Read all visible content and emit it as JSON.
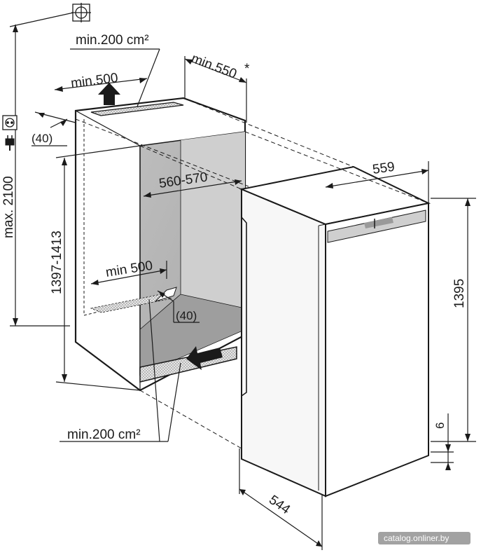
{
  "labels": {
    "max_height": "max. 2100",
    "niche_height": "1397-1413",
    "min_500_top": "min.500",
    "min_200_top": "min.200 cm²",
    "min_550": "min.550",
    "asterisk": "*",
    "depth_40_top": "(40)",
    "niche_width": "560-570",
    "min_500_bottom": "min 500",
    "depth_40_bottom": "(40)",
    "min_200_bottom": "min.200 cm²",
    "width_559": "559",
    "height_1395": "1395",
    "offset_6": "6",
    "depth_544": "544"
  },
  "icons": [
    "target-symbol-icon",
    "socket-icon",
    "plug-icon",
    "vent-arrow-up-icon",
    "vent-arrow-in-icon"
  ],
  "watermark": "catalog.onliner.by"
}
